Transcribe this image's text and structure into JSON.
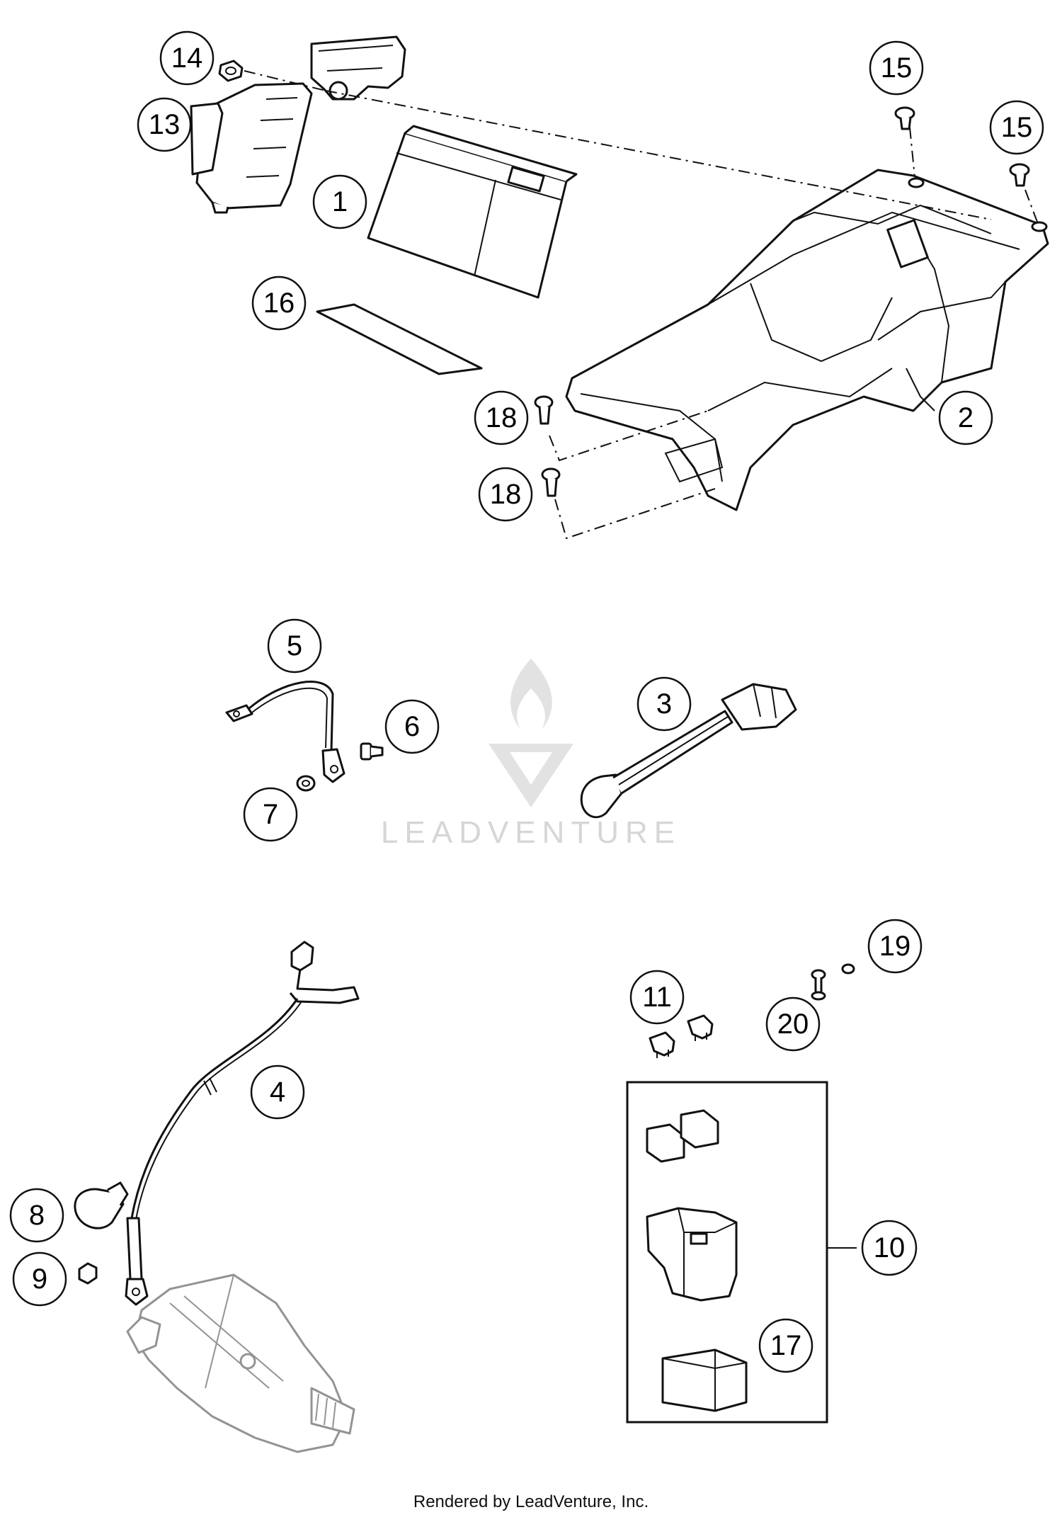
{
  "callouts": {
    "c1": "1",
    "c2": "2",
    "c3": "3",
    "c4": "4",
    "c5": "5",
    "c6": "6",
    "c7": "7",
    "c8": "8",
    "c9": "9",
    "c10": "10",
    "c11": "11",
    "c13": "13",
    "c14": "14",
    "c15a": "15",
    "c15b": "15",
    "c16": "16",
    "c17": "17",
    "c18a": "18",
    "c18b": "18",
    "c19": "19",
    "c20": "20"
  },
  "watermark": {
    "text": "LEADVENTURE",
    "color": "#d6d6d6"
  },
  "footer": {
    "credit": "Rendered by LeadVenture, Inc."
  }
}
